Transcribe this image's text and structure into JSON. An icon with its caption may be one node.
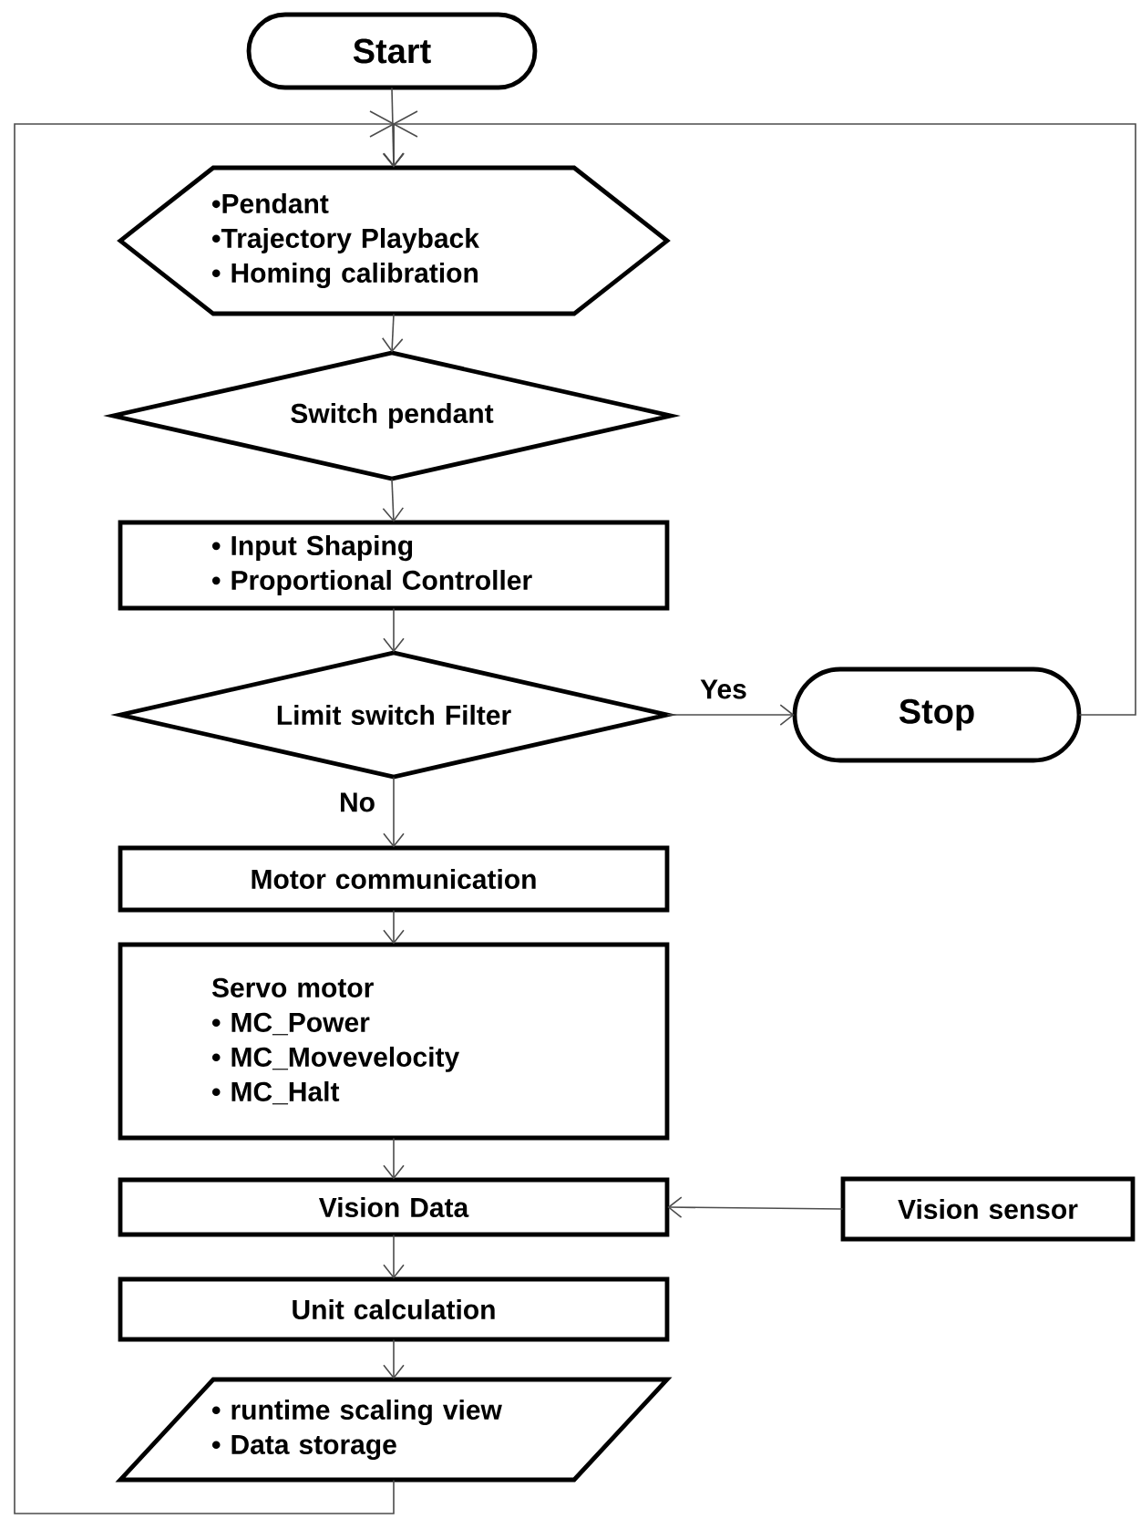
{
  "diagram": {
    "nodes": [
      {
        "text": [
          "Start"
        ]
      },
      {
        "text": [
          "•Pendant",
          "•Trajectory Playback",
          "• Homing calibration"
        ]
      },
      {
        "text": [
          "Switch pendant"
        ]
      },
      {
        "text": [
          "• Input Shaping",
          "• Proportional Controller"
        ]
      },
      {
        "text": [
          "Limit switch Filter"
        ]
      },
      {
        "text": [
          "Stop"
        ]
      },
      {
        "text": [
          "Motor communication"
        ]
      },
      {
        "text": [
          "Servo motor",
          "• MC_Power",
          "• MC_Movevelocity",
          "• MC_Halt"
        ]
      },
      {
        "text": [
          "Vision Data"
        ]
      },
      {
        "text": [
          "Vision sensor"
        ]
      },
      {
        "text": [
          "Unit calculation"
        ]
      },
      {
        "text": [
          "• runtime scaling view",
          "• Data storage"
        ]
      }
    ],
    "edges": [
      {
        "from": 0,
        "to": 1,
        "arrow": "to"
      },
      {
        "from": 1,
        "to": 2,
        "arrow": "to"
      },
      {
        "from": 2,
        "to": 3,
        "arrow": "to"
      },
      {
        "from": 3,
        "to": 4,
        "arrow": "to"
      },
      {
        "from": 4,
        "to": 5,
        "arrow": "to",
        "label": "Yes"
      },
      {
        "from": 4,
        "to": 6,
        "arrow": "to",
        "label": "No"
      },
      {
        "from": 6,
        "to": 7,
        "arrow": "to"
      },
      {
        "from": 7,
        "to": 8,
        "arrow": "to"
      },
      {
        "from": 9,
        "to": 8,
        "arrow": "to"
      },
      {
        "from": 8,
        "to": 10,
        "arrow": "to"
      },
      {
        "from": 10,
        "to": 11,
        "arrow": "to"
      },
      {
        "from": 5,
        "to": 1,
        "arrow": "to"
      },
      {
        "from": 11,
        "to": 1,
        "arrow": "to"
      }
    ]
  }
}
